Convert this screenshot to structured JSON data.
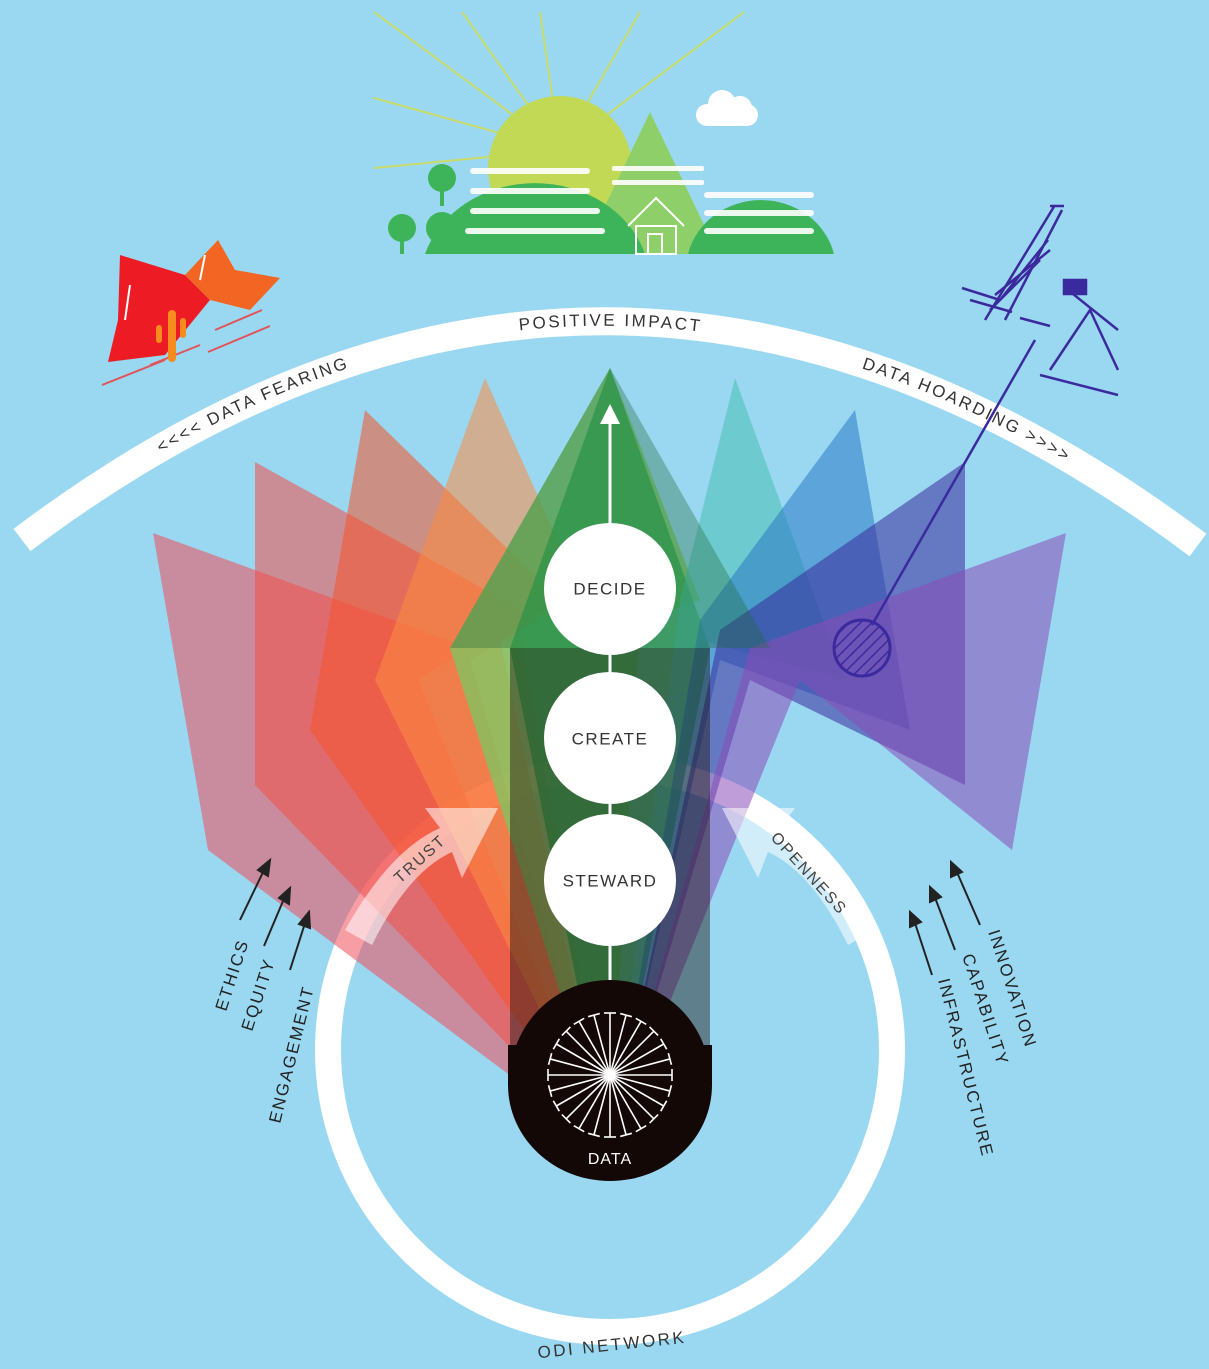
{
  "arcs": {
    "top_center": "POSITIVE IMPACT",
    "top_left": "<<<< DATA FEARING",
    "top_right": "DATA HOARDING >>>>",
    "bottom": "ODI NETWORK"
  },
  "loop": {
    "left_flow": "TRUST",
    "right_flow": "OPENNESS"
  },
  "nodes": {
    "decide": "DECIDE",
    "create": "CREATE",
    "steward": "STEWARD",
    "data": "DATA"
  },
  "left_factors": [
    "ETHICS",
    "EQUITY",
    "ENGAGEMENT"
  ],
  "right_factors": [
    "INNOVATION",
    "CAPABILITY",
    "INFRASTRUCTURE"
  ],
  "colors": {
    "background": "#9ad8f2",
    "arrows": [
      "#f05a60",
      "#f26045",
      "#f76a38",
      "#fb9a4e",
      "#f9c67a",
      "#5cbf5a",
      "#3daf66",
      "#6fd0c4",
      "#4fa0d8",
      "#2d3e9a",
      "#a24fb8",
      "#8a64b8"
    ],
    "data_node": "#140806",
    "sun": "#c2d955",
    "hills": "#3db45a"
  },
  "icons": [
    "sun-icon",
    "cloud-icon",
    "hills-icon",
    "tree-icon",
    "house-icon",
    "desert-mesa-icon",
    "cactus-icon",
    "oil-rig-icon",
    "pump-jack-icon",
    "data-burst-icon"
  ]
}
